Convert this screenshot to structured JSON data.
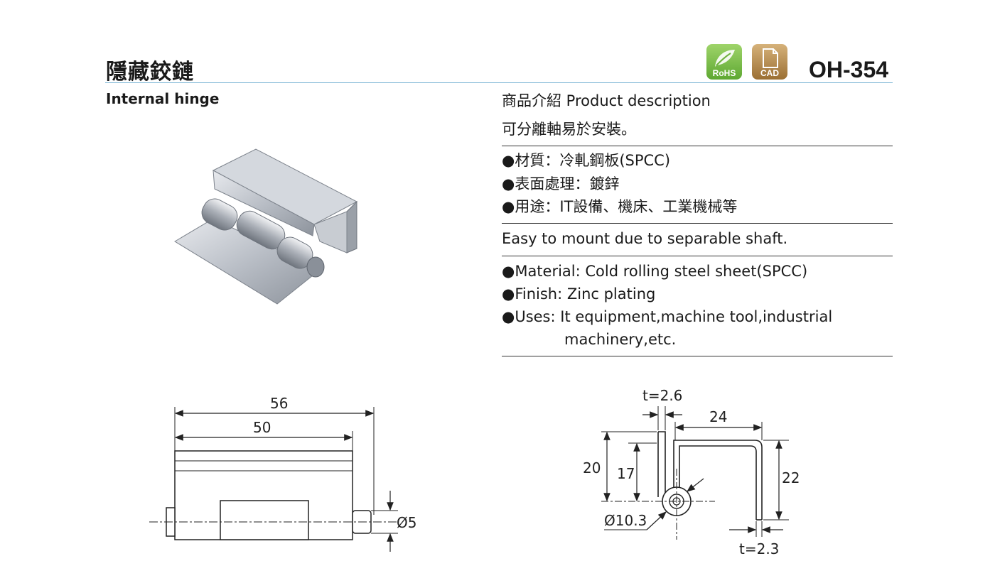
{
  "header": {
    "title_cn": "隱藏鉸鏈",
    "title_en": "Internal hinge",
    "model": "OH-354",
    "badges": [
      {
        "icon": "rohs-leaf-icon",
        "label": "RoHS",
        "color": "#6fb23d"
      },
      {
        "icon": "cad-file-icon",
        "label": "CAD",
        "color": "#a87b3d"
      }
    ],
    "accent_line_color": "#7fb7d6"
  },
  "description": {
    "heading": "商品介紹 Product description",
    "feature_cn": "可分離軸易於安裝。",
    "specs_cn": [
      "●材質：冷軋鋼板(SPCC)",
      "●表面處理：鍍鋅",
      "●用途：IT設備、機床、工業機械等"
    ],
    "feature_en": "Easy to mount due to separable shaft.",
    "specs_en": [
      "●Material:  Cold rolling steel sheet(SPCC)",
      "●Finish: Zinc plating",
      "●Uses:  It equipment,machine tool,industrial"
    ],
    "specs_en_cont": "machinery,etc."
  },
  "drawing_front": {
    "overall_length": "56",
    "leaf_length": "50",
    "pin_diameter": "Ø5"
  },
  "drawing_side": {
    "thickness_top": "t=2.6",
    "width": "24",
    "height_outer": "20",
    "height_inner": "17",
    "height_right": "22",
    "knuckle_diameter": "Ø10.3",
    "thickness_bottom": "t=2.3"
  }
}
